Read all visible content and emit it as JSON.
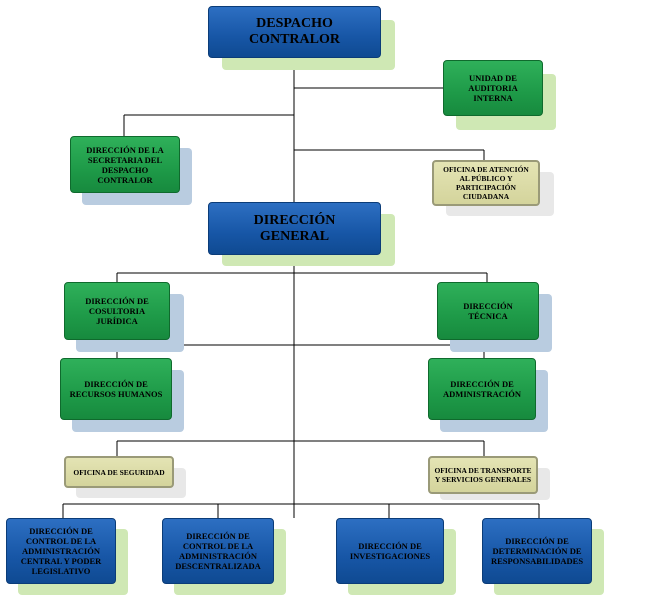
{
  "nodes": {
    "despacho_contralor": "DESPACHO CONTRALOR",
    "auditoria_interna": "UNIDAD DE AUDITORIA INTERNA",
    "secretaria_despacho": "DIRECCIÓN DE LA SECRETARIA DEL DESPACHO CONTRALOR",
    "atencion_publico": "OFICINA DE ATENCIÓN AL PÚBLICO Y PARTICIPACIÓN CIUDADANA",
    "direccion_general": "DIRECCIÓN GENERAL",
    "consultoria_juridica": "DIRECCIÓN DE COSULTORIA JURÍDICA",
    "direccion_tecnica": "DIRECCIÓN TÉCNICA",
    "recursos_humanos": "DIRECCIÓN DE RECURSOS HUMANOS",
    "administracion": "DIRECCIÓN DE ADMINISTRACIÓN",
    "oficina_seguridad": "OFICINA DE SEGURIDAD",
    "transporte": "OFICINA DE TRANSPORTE Y SERVICIOS GENERALES",
    "control_central": "DIRECCIÓN DE CONTROL DE LA ADMINISTRACIÓN CENTRAL Y PODER LEGISLATIVO",
    "control_descentralizada": "DIRECCIÓN DE CONTROL DE LA ADMINISTRACIÓN DESCENTRALIZADA",
    "investigaciones": "DIRECCIÓN DE INVESTIGACIONES",
    "responsabilidades": "DIRECCIÓN DE DETERMINACIÓN DE RESPONSABILIDADES"
  },
  "colors": {
    "blue": "#1756a6",
    "green": "#1e9a48",
    "beige": "#d4d49c",
    "connector": "#000000"
  }
}
